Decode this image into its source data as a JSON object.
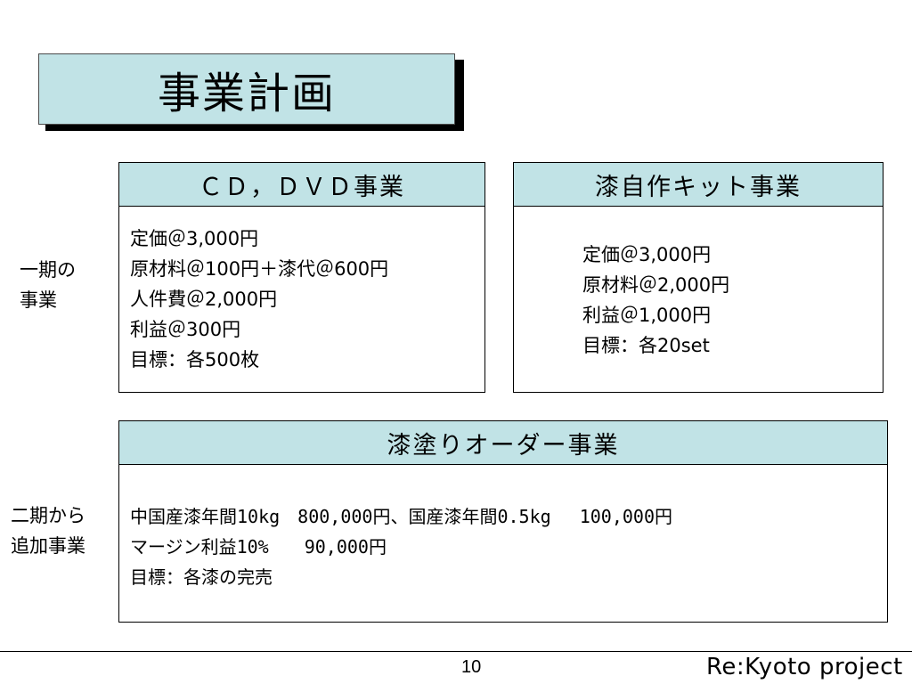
{
  "slide": {
    "title": "事業計画",
    "page_number": "10",
    "brand": "Re:Kyoto project"
  },
  "side_labels": {
    "phase1": "一期の\n事業",
    "phase2": "二期から\n追加事業"
  },
  "panels": {
    "cd_dvd": {
      "heading": "ＣＤ，ＤＶＤ事業",
      "lines": [
        "定価＠3,000円",
        "原材料＠100円＋漆代＠600円",
        "人件費＠2,000円",
        "利益＠300円",
        "目標：各500枚"
      ]
    },
    "kit": {
      "heading": "漆自作キット事業",
      "lines": [
        "定価＠3,000円",
        "原材料＠2,000円",
        "利益＠1,000円",
        "目標：各20set"
      ]
    },
    "order": {
      "heading": "漆塗りオーダー事業",
      "lines": [
        "中国産漆年間10kg　800,000円、国産漆年間0.5kg　 100,000円",
        "マージン利益10%　　90,000円",
        "目標：各漆の完売"
      ]
    }
  }
}
